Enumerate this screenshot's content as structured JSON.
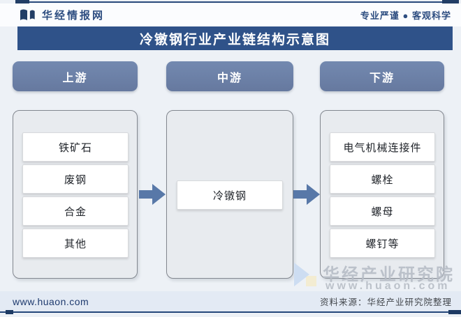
{
  "header": {
    "brand": "华经情报网",
    "tagline": "专业严谨 ● 客观科学"
  },
  "title": "冷镦钢行业产业链结构示意图",
  "columns": [
    {
      "label": "上游",
      "items": [
        "铁矿石",
        "废钢",
        "合金",
        "其他"
      ]
    },
    {
      "label": "中游",
      "items": [
        "冷镦钢"
      ]
    },
    {
      "label": "下游",
      "items": [
        "电气机械连接件",
        "螺栓",
        "螺母",
        "螺钉等"
      ]
    }
  ],
  "watermark": {
    "line1": "华经产业研究院",
    "line2": "www.huaon.com"
  },
  "footer": {
    "site": "www.huaon.com",
    "source": "资料来源：华经产业研究院整理"
  },
  "colors": {
    "title_bg": "#2f5289",
    "pill_bg": "#6d83ab",
    "arrow": "#5878a8",
    "border_line": "#24477a",
    "watermark": "#b7bdc6"
  }
}
